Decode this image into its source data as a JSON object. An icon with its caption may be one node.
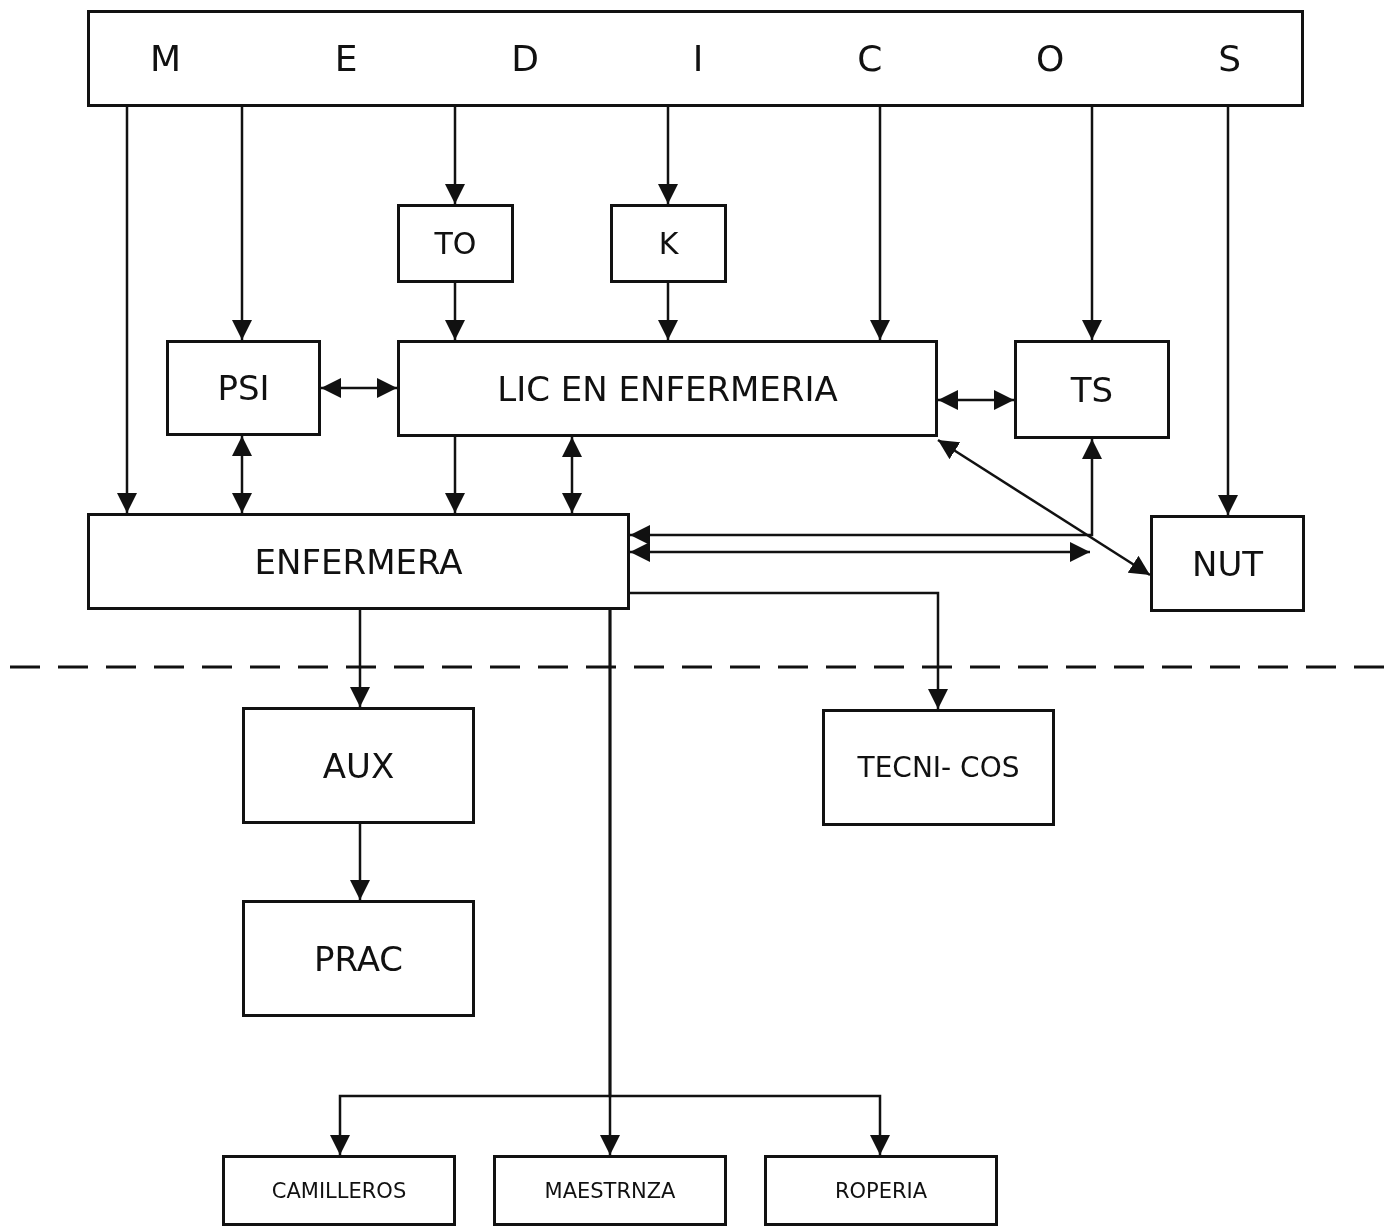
{
  "diagram": {
    "nodes": [
      {
        "text": [
          "M E D I C O S"
        ]
      },
      {
        "text": [
          "TO"
        ]
      },
      {
        "text": [
          "K"
        ]
      },
      {
        "text": [
          "PSI"
        ]
      },
      {
        "text": [
          "LIC EN ENFERMERIA"
        ]
      },
      {
        "text": [
          "TS"
        ]
      },
      {
        "text": [
          "ENFERMERA"
        ]
      },
      {
        "text": [
          "NUT"
        ]
      },
      {
        "text": [
          "AUX"
        ]
      },
      {
        "text": [
          "TECNI- COS"
        ]
      },
      {
        "text": [
          "PRAC"
        ]
      },
      {
        "text": [
          "CAMILLEROS"
        ]
      },
      {
        "text": [
          "MAESTRNZA"
        ]
      },
      {
        "text": [
          "ROPERIA"
        ]
      }
    ],
    "edges": [
      {
        "from": 0,
        "to": 6,
        "arrow": "to"
      },
      {
        "from": 0,
        "to": 3,
        "arrow": "to"
      },
      {
        "from": 0,
        "to": 1,
        "arrow": "to"
      },
      {
        "from": 0,
        "to": 2,
        "arrow": "to"
      },
      {
        "from": 0,
        "to": 4,
        "arrow": "to"
      },
      {
        "from": 0,
        "to": 5,
        "arrow": "to"
      },
      {
        "from": 0,
        "to": 7,
        "arrow": "to"
      },
      {
        "from": 1,
        "to": 4,
        "arrow": "to"
      },
      {
        "from": 2,
        "to": 4,
        "arrow": "to"
      },
      {
        "from": 3,
        "to": 4,
        "arrow": "both"
      },
      {
        "from": 4,
        "to": 5,
        "arrow": "both"
      },
      {
        "from": 3,
        "to": 6,
        "arrow": "both"
      },
      {
        "from": 4,
        "to": 6,
        "arrow": "to"
      },
      {
        "from": 4,
        "to": 6,
        "arrow": "both"
      },
      {
        "from": 4,
        "to": 7,
        "arrow": "both"
      },
      {
        "from": 6,
        "to": 5,
        "arrow": "both"
      },
      {
        "from": 6,
        "to": null,
        "arrow": "both"
      },
      {
        "from": 6,
        "to": 8,
        "arrow": "to"
      },
      {
        "from": 6,
        "to": 9,
        "arrow": "to"
      },
      {
        "from": 6,
        "to": 11,
        "arrow": "to"
      },
      {
        "from": 6,
        "to": 12,
        "arrow": "to"
      },
      {
        "from": 6,
        "to": 13,
        "arrow": "to"
      },
      {
        "from": 8,
        "to": 10,
        "arrow": "to"
      }
    ]
  }
}
